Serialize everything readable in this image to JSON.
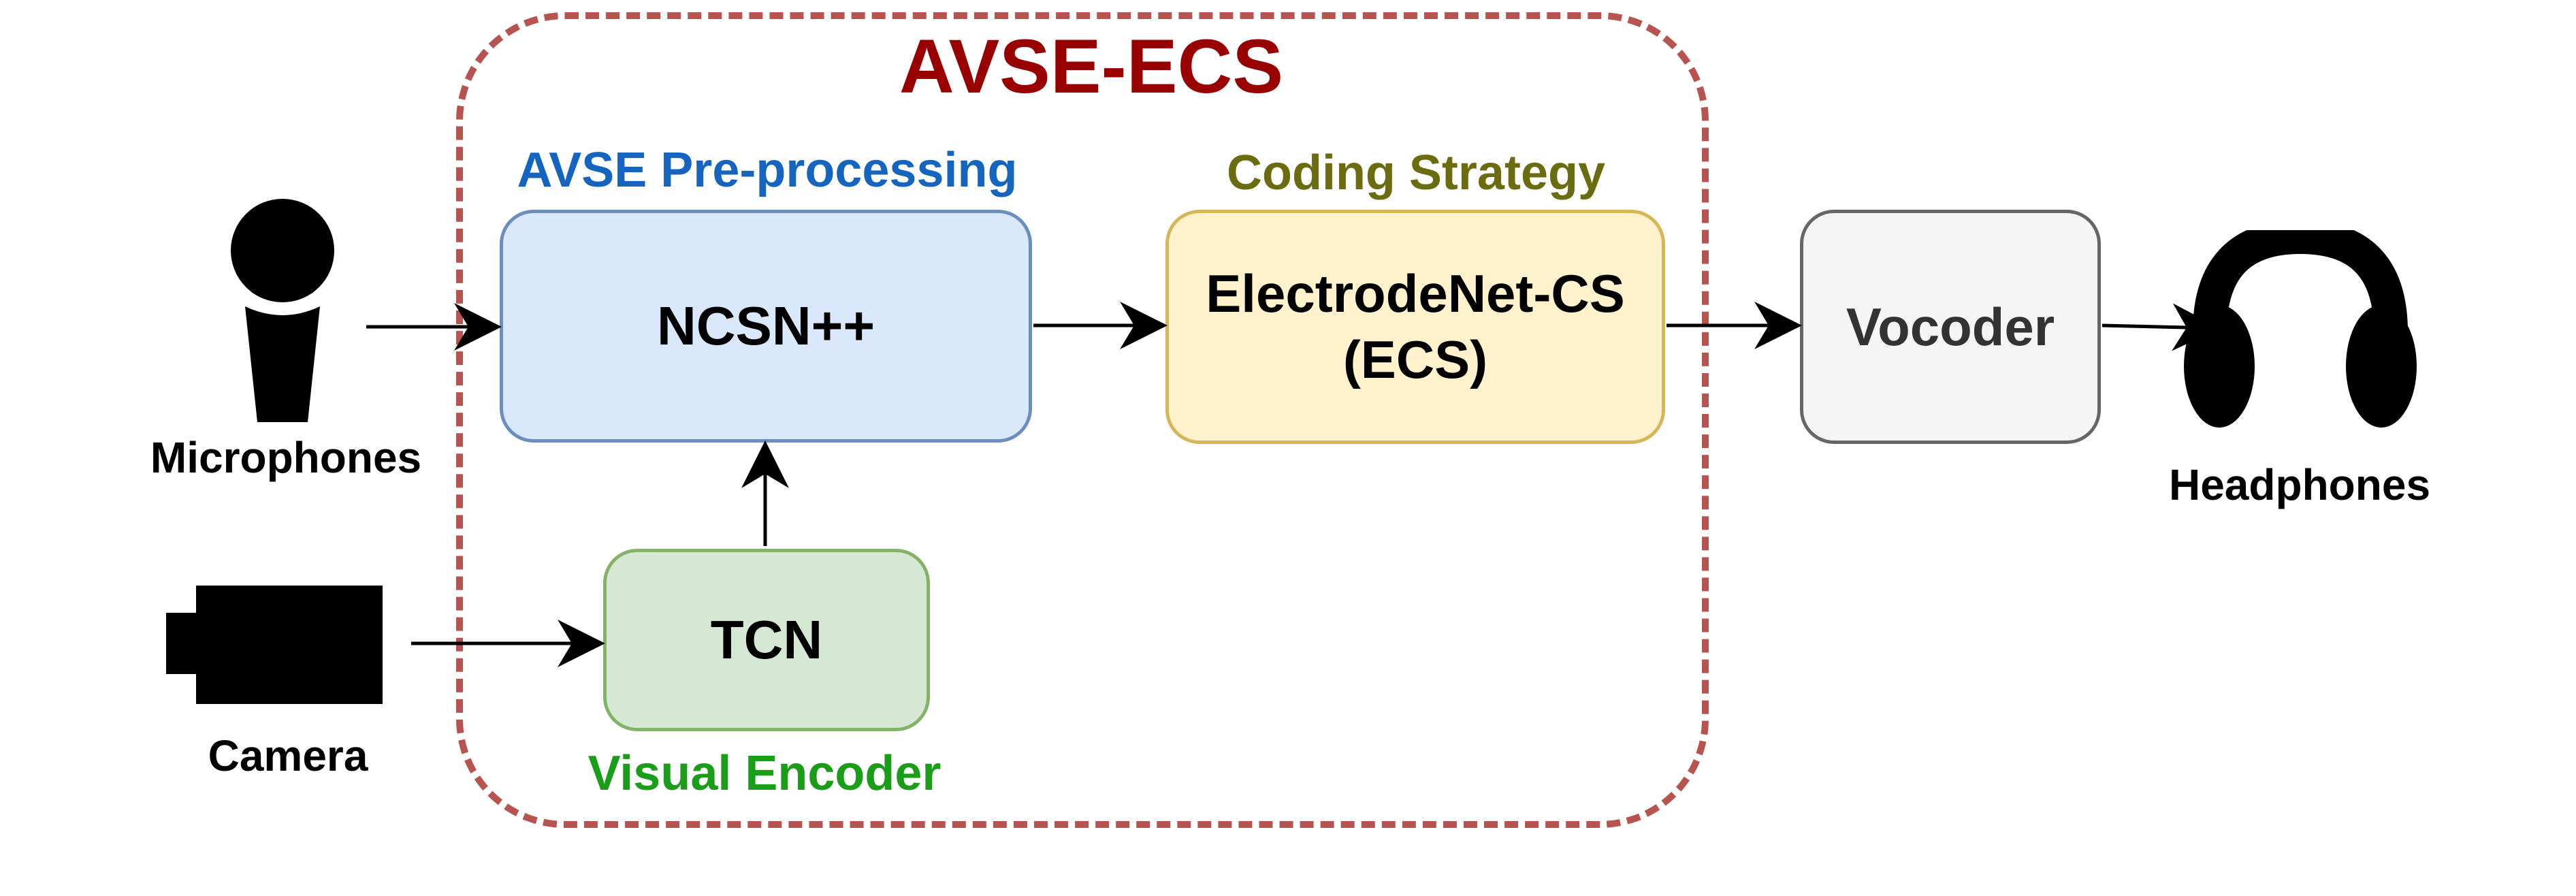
{
  "system_title": "AVSE-ECS",
  "groups": {
    "preprocessing": "AVSE Pre-processing",
    "coding": "Coding Strategy",
    "visual": "Visual Encoder"
  },
  "blocks": {
    "ncsn": "NCSN++",
    "ecs_line1": "ElectrodeNet-CS",
    "ecs_line2": "(ECS)",
    "tcn": "TCN",
    "vocoder": "Vocoder"
  },
  "devices": {
    "microphones": "Microphones",
    "camera": "Camera",
    "headphones": "Headphones"
  },
  "icons": [
    "microphone-icon",
    "camera-icon",
    "headphones-icon"
  ],
  "colors": {
    "frame": "#b85450",
    "title": "#990000",
    "preprocessing": "#1565c0",
    "coding": "#6b6b10",
    "visual": "#1a9e1a",
    "ncsn_fill": "#dae8fc",
    "ncsn_stroke": "#6c8ebf",
    "ecs_fill": "#fff2cc",
    "ecs_stroke": "#d6b656",
    "tcn_fill": "#d5e8d4",
    "tcn_stroke": "#82b366",
    "vocoder_fill": "#f5f5f5",
    "vocoder_stroke": "#666666"
  }
}
